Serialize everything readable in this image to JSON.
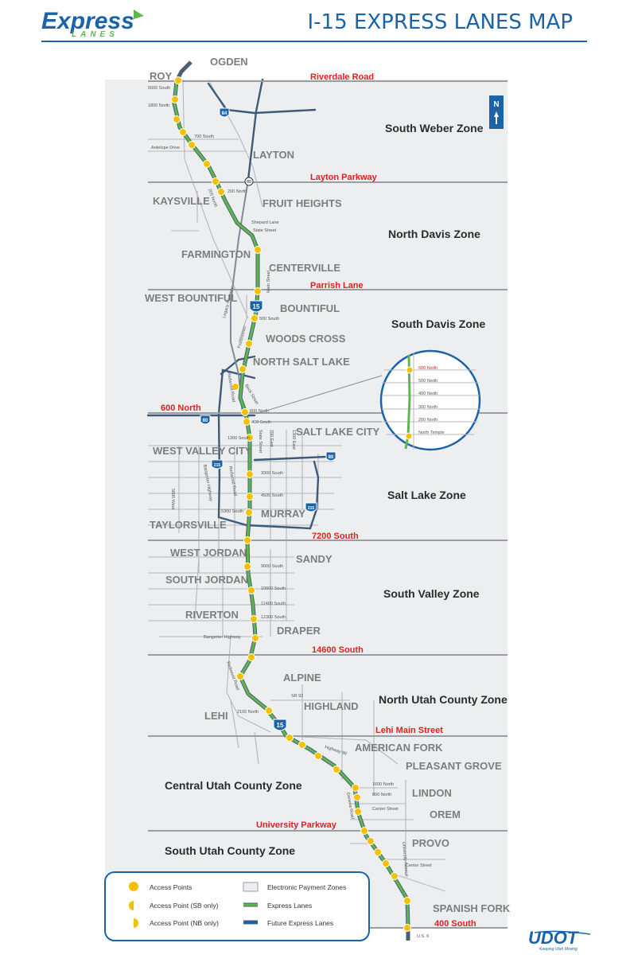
{
  "header": {
    "logo_main": "Express",
    "logo_sub": "LANES",
    "title": "I-15 EXPRESS LANES MAP"
  },
  "north_arrow": "N",
  "cities": {
    "ogden": "OGDEN",
    "roy": "ROY",
    "layton": "LAYTON",
    "kaysville": "KAYSVILLE",
    "fruit_heights": "FRUIT HEIGHTS",
    "farmington": "FARMINGTON",
    "centerville": "CENTERVILLE",
    "west_bountiful": "WEST BOUNTIFUL",
    "bountiful": "BOUNTIFUL",
    "woods_cross": "WOODS CROSS",
    "north_salt_lake": "NORTH SALT LAKE",
    "salt_lake_city": "SALT LAKE CITY",
    "west_valley_city": "WEST VALLEY CITY",
    "murray": "MURRAY",
    "taylorsville": "TAYLORSVILLE",
    "west_jordan": "WEST JORDAN",
    "sandy": "SANDY",
    "south_jordan": "SOUTH JORDAN",
    "riverton": "RIVERTON",
    "draper": "DRAPER",
    "alpine": "ALPINE",
    "highland": "HIGHLAND",
    "lehi": "LEHI",
    "american_fork": "AMERICAN FORK",
    "pleasant_grove": "PLEASANT GROVE",
    "lindon": "LINDON",
    "orem": "OREM",
    "provo": "PROVO",
    "spanish_fork": "SPANISH FORK"
  },
  "zones": {
    "south_weber": "South Weber Zone",
    "north_davis": "North Davis Zone",
    "south_davis": "South Davis Zone",
    "salt_lake": "Salt Lake Zone",
    "south_valley": "South Valley Zone",
    "north_utah_county": "North Utah County Zone",
    "central_utah_county": "Central Utah County Zone",
    "south_utah_county": "South Utah County Zone"
  },
  "boundaries": {
    "riverdale": "Riverdale Road",
    "layton_parkway": "Layton Parkway",
    "parrish": "Parrish Lane",
    "six_hundred_north": "600 North",
    "seventy_two_hundred": "7200 South",
    "fourteen_six": "14600 South",
    "lehi_main": "Lehi Main Street",
    "university": "University Parkway",
    "four_hundred_south": "400 South"
  },
  "streets": {
    "s5600": "5600 South",
    "n1800": "1800 North",
    "s700": "700 South",
    "antelope": "Antelope Drive",
    "n200": "200 North",
    "main": "Main Street",
    "shepard": "Shepard Lane",
    "state": "State Street",
    "legacy": "Legacy Parkway",
    "s500": "500 South",
    "frontrunner": "Frontrunner",
    "redwood": "Redwood Road",
    "beck": "Beck Street",
    "n600": "600 North",
    "s400": "400 South",
    "s1300": "1300 South",
    "state2": "State Street",
    "e700": "700 East",
    "e1300": "1300 East",
    "s3300": "3300 South",
    "s4500": "4500 South",
    "s5300": "5300 South",
    "bangerter": "Bangerter Highway",
    "w5600": "5600 West",
    "redwood2": "Redwood Road",
    "s9000": "9000 South",
    "s10600": "10600 South",
    "s11400": "11400 South",
    "s12300": "12300 South",
    "bangerter2": "Bangerter Highway",
    "redwood3": "Redwood Road",
    "n2100": "2100 North",
    "sr92": "SR 92",
    "hwy89": "Highway 89",
    "n1600": "1600 North",
    "n800": "800 North",
    "center": "Center Street",
    "geneva": "Geneva Road",
    "university_ave": "University Avenue",
    "center2": "Center Street",
    "us6": "U.S. 6"
  },
  "shields": {
    "i84": "84",
    "us89": "89",
    "i15a": "15",
    "i80a": "80",
    "i215a": "215",
    "i80b": "80",
    "i215b": "215",
    "i15b": "15"
  },
  "inset": {
    "streets": [
      "600 North",
      "500 North",
      "400 North",
      "300 North",
      "200 North",
      "North Temple"
    ]
  },
  "legend": {
    "access_points": "Access Points",
    "access_sb": "Access Point (SB only)",
    "access_nb": "Access Point (NB only)",
    "payment_zones": "Electronic Payment Zones",
    "express_lanes": "Express Lanes",
    "future_lanes": "Future Express Lanes"
  },
  "udot": {
    "logo": "UDOT",
    "tagline": "Keeping Utah Moving"
  },
  "colors": {
    "brand_blue": "#1a63a8",
    "express_green": "#5db84a",
    "access_yellow": "#f5c000",
    "boundary_red": "#e02020",
    "map_bg": "#eceeef",
    "road_blue": "#3e5a78",
    "road_gray": "#9a9ea3"
  }
}
